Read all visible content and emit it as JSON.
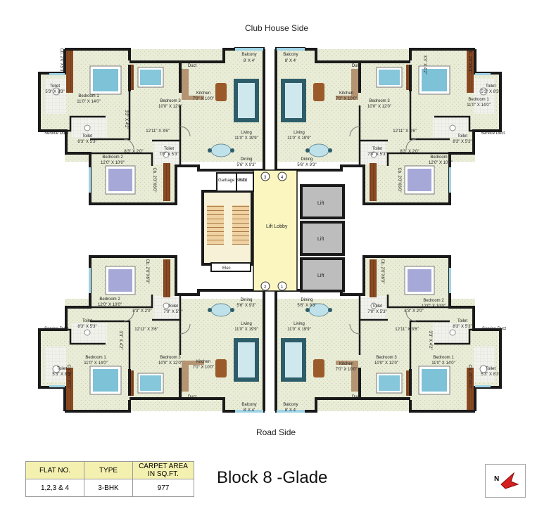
{
  "orientation": {
    "top": "Club House Side",
    "bottom": "Road Side"
  },
  "block_title": "Block 8 -Glade",
  "compass": {
    "label": "N"
  },
  "table": {
    "headers": [
      "FLAT NO.",
      "TYPE",
      "CARPET AREA IN SQ.FT."
    ],
    "row": [
      "1,2,3 & 4",
      "3-BHK",
      "977"
    ]
  },
  "core": {
    "lift_lobby": "Lift Lobby",
    "lifts": [
      "Lift",
      "Lift",
      "Lift"
    ],
    "garbage_shaft": "Garbage Shaft",
    "ffd": "F.f.d",
    "elec": "Elec",
    "flat_numbers": [
      "3",
      "4",
      "2",
      "1"
    ]
  },
  "flat": {
    "balcony": "Balcony",
    "balcony_size": "8' X 4'",
    "duct": "Duct",
    "service_duct": "Service Duct",
    "kitchen": "Kitchen",
    "kitchen_size": "7'0\" X 10'0\"",
    "living": "Living",
    "living_size": "11'0\" X 19'9\"",
    "dining": "Dining",
    "dining_size": "5'6\" X 9'3\"",
    "bedroom1": "Bedroom 1",
    "bedroom1_size": "11'0\" X 14'0\"",
    "bedroom2": "Bedroom 2",
    "bedroom2_size": "12'0\" X 10'0\"",
    "bedroom3": "Bedroom 3",
    "bedroom3_size": "10'0\" X 12'0\"",
    "toilet": "Toilet",
    "toilet1_size": "5'3\" X 8'3\"",
    "toilet2_size": "8'3\" X 5'3\"",
    "toilet3_size": "7'0\" X 5'3\"",
    "passage_size": "12'11\" X 3'6\"",
    "passage2_size": "3'3\" X 4'2\"",
    "passage3_size": "8'3\" X 2'0\"",
    "cupboard": "Cb. 2'0\"X5'3\"",
    "cupboard2": "Cb. 2'0\"X6'0\""
  },
  "colors": {
    "wall": "#1a1a1a",
    "floor": "#e9ecd6",
    "lobby": "#fbf6c0",
    "lift": "#bdbdbd",
    "wardrobe": "#8a4a22",
    "table_header": "#f4f1b0",
    "compass_arrow": "#d42020"
  }
}
